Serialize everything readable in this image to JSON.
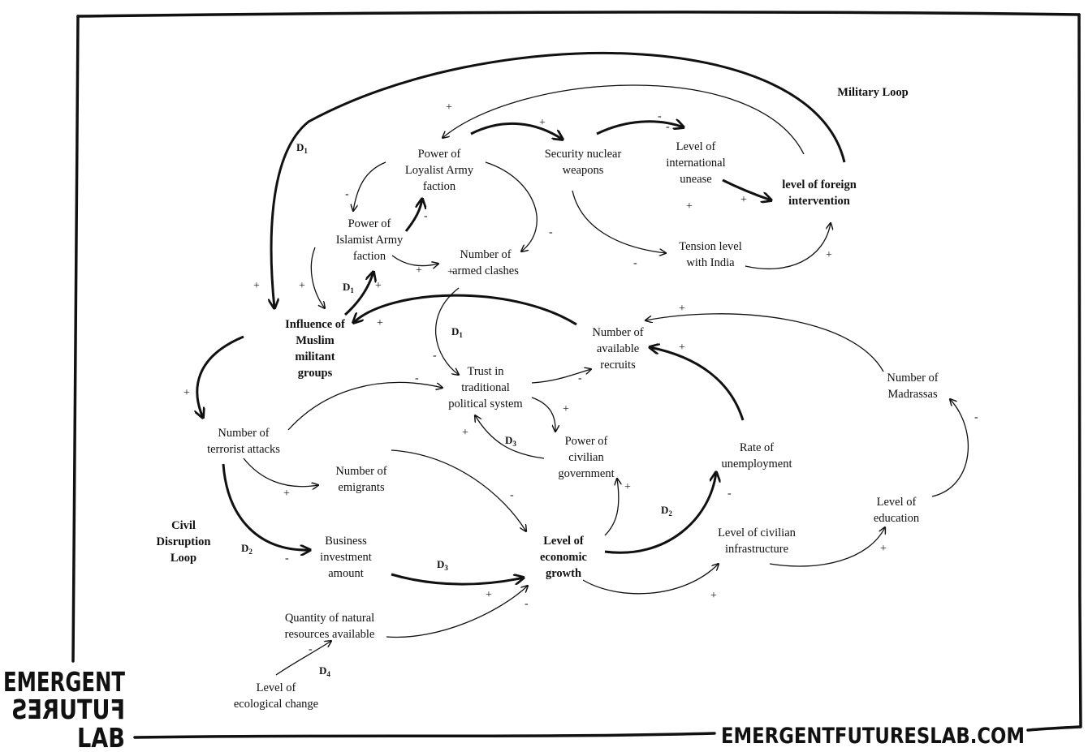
{
  "loops": {
    "military": "Military Loop",
    "civil": [
      "Civil",
      "Disruption",
      "Loop"
    ]
  },
  "nodes": {
    "loyalist": [
      "Power of",
      "Loyalist Army",
      "faction"
    ],
    "nuclear": [
      "Security nuclear",
      "weapons"
    ],
    "unease": [
      "Level of",
      "international",
      "unease"
    ],
    "foreign": [
      "level of foreign",
      "intervention"
    ],
    "islamist": [
      "Power of",
      "Islamist Army",
      "faction"
    ],
    "clashes": [
      "Number of",
      "armed clashes"
    ],
    "india": [
      "Tension level",
      "with India"
    ],
    "influence": [
      "Influence of",
      "Muslim",
      "militant",
      "groups"
    ],
    "recruits": [
      "Number of",
      "available",
      "recruits"
    ],
    "madrassas": [
      "Number of",
      "Madrassas"
    ],
    "trust": [
      "Trust in",
      "traditional",
      "political system"
    ],
    "attacks": [
      "Number of",
      "terrorist attacks"
    ],
    "civgov": [
      "Power of",
      "civilian",
      "government"
    ],
    "unemployment": [
      "Rate of",
      "unemployment"
    ],
    "emigrants": [
      "Number of",
      "emigrants"
    ],
    "education": [
      "Level of",
      "education"
    ],
    "infrastructure": [
      "Level of civilian",
      "infrastructure"
    ],
    "business": [
      "Business",
      "investment",
      "amount"
    ],
    "growth": [
      "Level of",
      "economic",
      "growth"
    ],
    "resources": [
      "Quantity of natural",
      "resources available"
    ],
    "ecological": [
      "Level of",
      "ecological change"
    ]
  },
  "delays": {
    "d1_a": {
      "main": "D",
      "sub": "1"
    },
    "d1_b": {
      "main": "D",
      "sub": "1"
    },
    "d1_c": {
      "main": "D",
      "sub": "1"
    },
    "d2_a": {
      "main": "D",
      "sub": "2"
    },
    "d2_b": {
      "main": "D",
      "sub": "2"
    },
    "d3_a": {
      "main": "D",
      "sub": "3"
    },
    "d3_b": {
      "main": "D",
      "sub": "3"
    },
    "d4": {
      "main": "D",
      "sub": "4"
    }
  },
  "polarity": {
    "p1": "+",
    "p2": "+",
    "p3": "-",
    "p4": "+",
    "p5": "-",
    "p6": "-",
    "p7": "+",
    "p8": "+",
    "p9": "-",
    "p10": "+",
    "p11": "+",
    "p12": "+",
    "p13": "+",
    "p14": "-",
    "p15": "+",
    "p16": "+",
    "p17": "-",
    "p18": "-",
    "p19": "+",
    "p20": "+",
    "p21": "+",
    "p22": "+",
    "p23": "-",
    "p24": "-",
    "p25": "+",
    "p26": "+",
    "p27": "-",
    "p28": "+",
    "p29": "+",
    "p30": "-",
    "p31": "+",
    "p32": "-",
    "p33": "-",
    "p34": "-",
    "p35": "-",
    "p36": "+"
  },
  "brand": {
    "logo_lines": [
      "EMERGENT",
      "FUTURES",
      "LAB"
    ],
    "url": "EMERGENTFUTURESLAB.COM"
  }
}
